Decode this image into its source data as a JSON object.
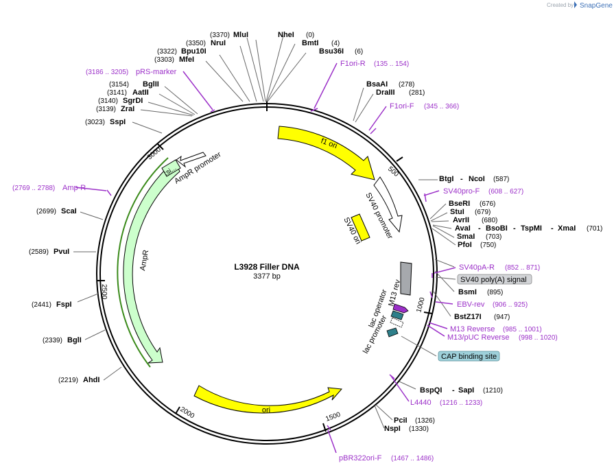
{
  "credit": {
    "created_by": "Created by",
    "brand": "SnapGene"
  },
  "plasmid": {
    "name": "L3928 Filler DNA",
    "length": "3377 bp"
  },
  "ticks": [
    "500",
    "1000",
    "1500",
    "2000",
    "2500",
    "3000"
  ],
  "sites": [
    {
      "name": "NheI",
      "pos": "(0)"
    },
    {
      "name": "BmtI",
      "pos": "(4)"
    },
    {
      "name": "Bsu36I",
      "pos": "(6)"
    },
    {
      "name": "MluI",
      "pos": "(3370)"
    },
    {
      "name": "NruI",
      "pos": "(3350)"
    },
    {
      "name": "Bpu10I",
      "pos": "(3322)"
    },
    {
      "name": "MfeI",
      "pos": "(3303)"
    },
    {
      "name": "BglII",
      "pos": "(3154)"
    },
    {
      "name": "AatII",
      "pos": "(3141)"
    },
    {
      "name": "SgrDI",
      "pos": "(3140)"
    },
    {
      "name": "ZraI",
      "pos": "(3139)"
    },
    {
      "name": "SspI",
      "pos": "(3023)"
    },
    {
      "name": "ScaI",
      "pos": "(2699)"
    },
    {
      "name": "PvuI",
      "pos": "(2589)"
    },
    {
      "name": "FspI",
      "pos": "(2441)"
    },
    {
      "name": "BglI",
      "pos": "(2339)"
    },
    {
      "name": "AhdI",
      "pos": "(2219)"
    },
    {
      "name": "BsaAI",
      "pos": "(278)"
    },
    {
      "name": "DraIII",
      "pos": "(281)"
    },
    {
      "name": "BtgI",
      "pos": ""
    },
    {
      "name": "NcoI",
      "pos": "(587)"
    },
    {
      "name": "BseRI",
      "pos": "(676)"
    },
    {
      "name": "StuI",
      "pos": "(679)"
    },
    {
      "name": "AvrII",
      "pos": "(680)"
    },
    {
      "name": "AvaI",
      "pos": ""
    },
    {
      "name": "BsoBI",
      "pos": ""
    },
    {
      "name": "TspMI",
      "pos": ""
    },
    {
      "name": "XmaI",
      "pos": "(701)"
    },
    {
      "name": "SmaI",
      "pos": "(703)"
    },
    {
      "name": "PfoI",
      "pos": "(750)"
    },
    {
      "name": "BsmI",
      "pos": "(895)"
    },
    {
      "name": "BstZ17I",
      "pos": "(947)"
    },
    {
      "name": "BspQI",
      "pos": ""
    },
    {
      "name": "SapI",
      "pos": "(1210)"
    },
    {
      "name": "PciI",
      "pos": "(1326)"
    },
    {
      "name": "NspI",
      "pos": "(1330)"
    }
  ],
  "primers": [
    {
      "name": "F1ori-R",
      "range": "(135 .. 154)"
    },
    {
      "name": "F1ori-F",
      "range": "(345 .. 366)"
    },
    {
      "name": "SV40pro-F",
      "range": "(608 .. 627)"
    },
    {
      "name": "SV40pA-R",
      "range": "(852 .. 871)"
    },
    {
      "name": "EBV-rev",
      "range": "(906 .. 925)"
    },
    {
      "name": "M13 Reverse",
      "range": "(985 .. 1001)"
    },
    {
      "name": "M13/pUC Reverse",
      "range": "(998 .. 1020)"
    },
    {
      "name": "L4440",
      "range": "(1216 .. 1233)"
    },
    {
      "name": "pBR322ori-F",
      "range": "(1467 .. 1486)"
    },
    {
      "name": "Amp-R",
      "range": "(2769 .. 2788)"
    },
    {
      "name": "pRS-marker",
      "range": "(3186 .. 3205)"
    }
  ],
  "features": {
    "f1ori": "f1 ori",
    "sv40_promoter": "SV40 promoter",
    "sv40_ori": "SV40 ori",
    "m13_rev": "M13 rev",
    "lac_operator": "lac operator",
    "lac_promoter": "lac promoter",
    "ori": "ori",
    "ampr": "AmpR",
    "ampr_promoter": "AmpR promoter",
    "signal": ":si...",
    "sv40_polya": "SV40 poly(A) signal",
    "cap_binding": "CAP binding site"
  },
  "colors": {
    "yellow": "#ffff00",
    "ampr_green": "#ccffcc",
    "primer": "#9b2fc8",
    "polya_gray": "#a6a9ad",
    "cap_teal": "#9ed0da",
    "lac_teal": "#2e7f8a"
  }
}
